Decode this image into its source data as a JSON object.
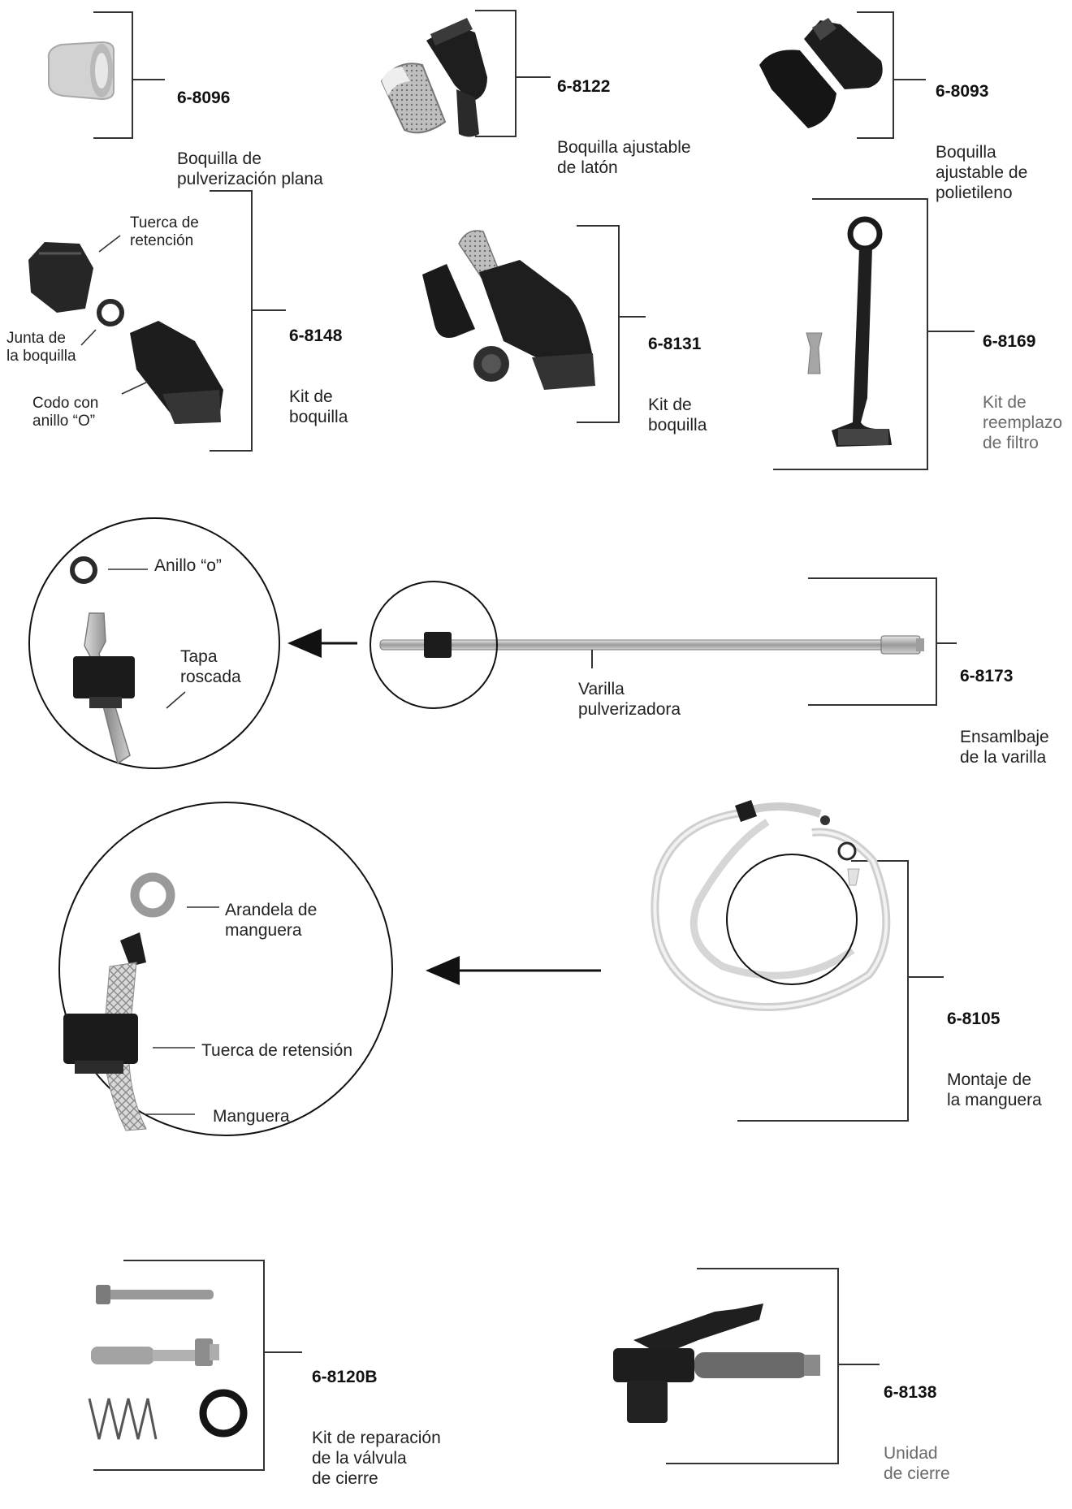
{
  "parts": [
    {
      "id": "p1",
      "code": "6-8096",
      "desc": "Boquilla de\npulverización plana"
    },
    {
      "id": "p2",
      "code": "6-8122",
      "desc": "Boquilla ajustable\nde latón"
    },
    {
      "id": "p3",
      "code": "6-8093",
      "desc": "Boquilla\najustable de\npolietileno"
    },
    {
      "id": "p4",
      "code": "6-8148",
      "desc": "Kit de\nboquilla"
    },
    {
      "id": "p5",
      "code": "6-8131",
      "desc": "Kit de\nboquilla"
    },
    {
      "id": "p6",
      "code": "6-8169",
      "desc": "Kit de\nreemplazo\nde filtro"
    },
    {
      "id": "p7",
      "code": "6-8173",
      "desc": "Ensamlbaje\nde la varilla"
    },
    {
      "id": "p8",
      "code": "6-8105",
      "desc": "Montaje de\nla manguera"
    },
    {
      "id": "p9",
      "code": "6-8120B",
      "desc": "Kit de reparación\nde la válvula\nde cierre"
    },
    {
      "id": "p10",
      "code": "6-8138",
      "desc": "Unidad\nde cierre"
    }
  ],
  "callouts": {
    "tuerca_retencion": "Tuerca de\nretención",
    "junta_boquilla": "Junta de\nla boquilla",
    "codo_anillo": "Codo con\nanillo “O”",
    "anillo_o": "Anillo “o”",
    "tapa_roscada": "Tapa\nroscada",
    "varilla": "Varilla\npulverizadora",
    "arandela": "Arandela de\nmanguera",
    "tuerca_retension": "Tuerca de retensión",
    "manguera": "Manguera"
  }
}
